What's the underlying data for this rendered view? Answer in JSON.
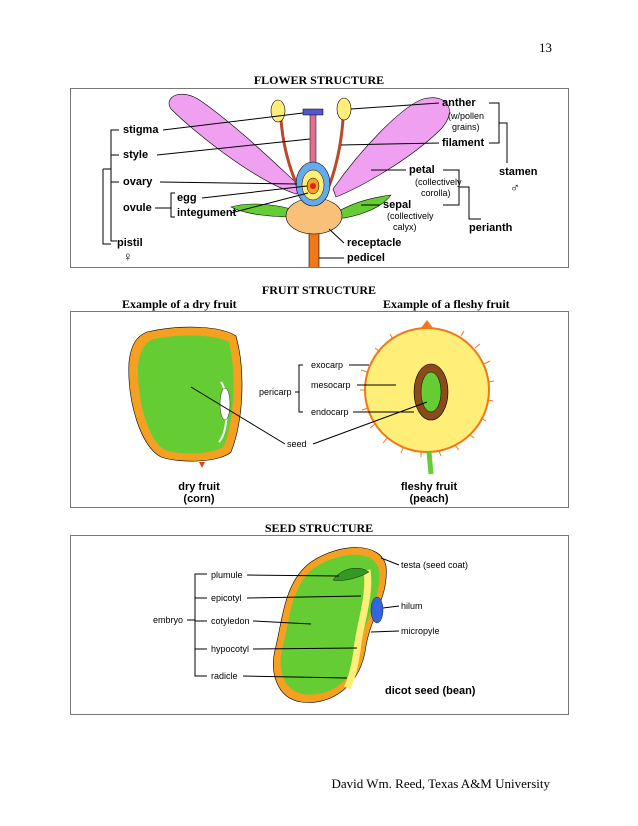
{
  "page_number": "13",
  "flower": {
    "title": "FLOWER STRUCTURE",
    "labels": {
      "stigma": "stigma",
      "style": "style",
      "ovary": "ovary",
      "ovule": "ovule",
      "egg": "egg",
      "integument": "integument",
      "pistil": "pistil",
      "pistil_symbol": "♀",
      "anther": "anther",
      "anther_note_1": "(w/pollen",
      "anther_note_2": "grains)",
      "filament": "filament",
      "petal": "petal",
      "petal_note_1": "(collectively",
      "petal_note_2": "corolla)",
      "sepal": "sepal",
      "sepal_note_1": "(collectively",
      "sepal_note_2": "calyx)",
      "stamen": "stamen",
      "stamen_symbol": "♂",
      "perianth": "perianth",
      "receptacle": "receptacle",
      "pedicel": "pedicel"
    }
  },
  "fruit": {
    "title": "FRUIT STRUCTURE",
    "dry_heading": "Example of a dry fruit",
    "fleshy_heading": "Example of a fleshy fruit",
    "labels": {
      "pericarp": "pericarp",
      "exocarp": "exocarp",
      "mesocarp": "mesocarp",
      "endocarp": "endocarp",
      "seed": "seed",
      "dry_caption_1": "dry fruit",
      "dry_caption_2": "(corn)",
      "fleshy_caption_1": "fleshy fruit",
      "fleshy_caption_2": "(peach)"
    }
  },
  "seed": {
    "title": "SEED STRUCTURE",
    "labels": {
      "embryo": "embryo",
      "plumule": "plumule",
      "epicotyl": "epicotyl",
      "cotyledon": "cotyledon",
      "hypocotyl": "hypocotyl",
      "radicle": "radicle",
      "testa": "testa (seed coat)",
      "hilum": "hilum",
      "micropyle": "micropyle",
      "caption": "dicot seed (bean)"
    }
  },
  "footer": "David Wm. Reed, Texas A&M University",
  "colors": {
    "petal": "#f0a0f0",
    "green": "#66cc33",
    "orange": "#f5a020",
    "yellow": "#ffee77",
    "receptacle": "#f8c078",
    "stalk": "#f07818",
    "blue": "#3366dd",
    "dark_brown": "#8a4a1a"
  }
}
